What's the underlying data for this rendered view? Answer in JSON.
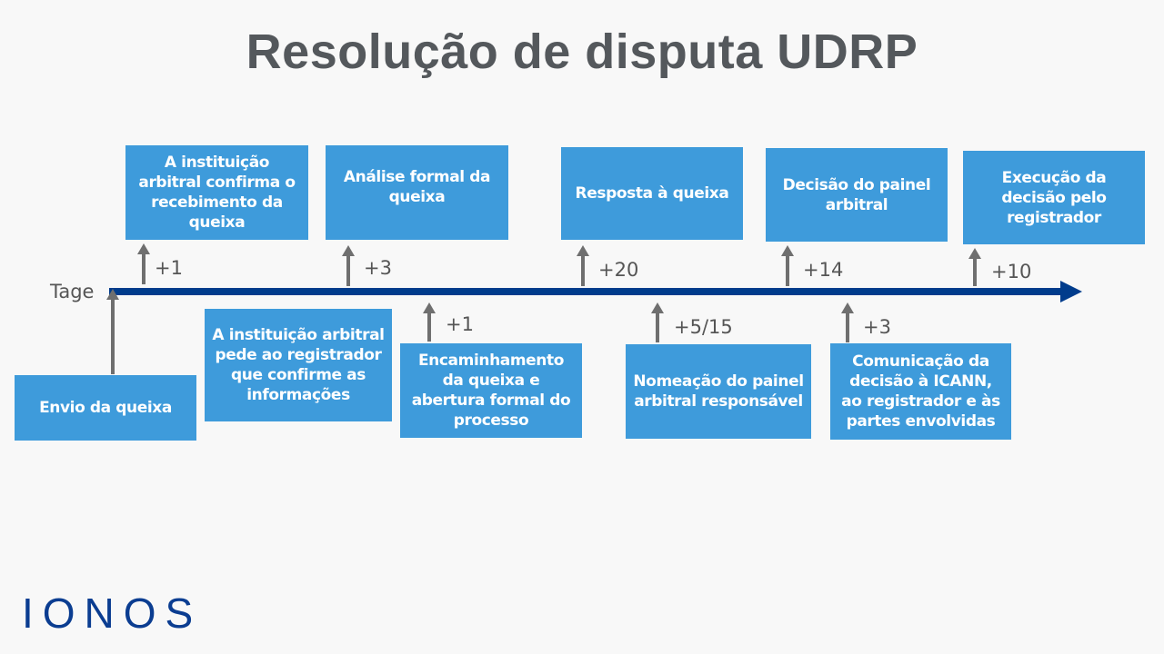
{
  "title": "Resolução de disputa UDRP",
  "axis": {
    "label": "Tage",
    "color": "#003c8c"
  },
  "colors": {
    "box": "#3e9bdb",
    "arrow": "#6f6f6f",
    "title": "#54585c",
    "logo": "#0b3d91"
  },
  "steps": [
    {
      "label": "Envio da queixa",
      "delta": "",
      "position": "below"
    },
    {
      "label": "A instituição arbitral confirma o recebimento da queixa",
      "delta": "+1",
      "position": "above"
    },
    {
      "label": "A instituição arbitral pede ao registrador que confirme as informações",
      "delta": "",
      "position": "below"
    },
    {
      "label": "Análise formal da queixa",
      "delta": "+3",
      "position": "above"
    },
    {
      "label": "Encaminhamento da queixa e abertura formal do processo",
      "delta": "+1",
      "position": "below"
    },
    {
      "label": "Resposta à queixa",
      "delta": "+20",
      "position": "above"
    },
    {
      "label": "Nomeação do painel arbitral responsável",
      "delta": "+5/15",
      "position": "below"
    },
    {
      "label": "Decisão do painel arbitral",
      "delta": "+14",
      "position": "above"
    },
    {
      "label": "Comunicação da decisão à ICANN, ao registrador e às partes envolvidas",
      "delta": "+3",
      "position": "below"
    },
    {
      "label": "Execução da decisão pelo registrador",
      "delta": "+10",
      "position": "above"
    }
  ],
  "logo": "IONOS"
}
